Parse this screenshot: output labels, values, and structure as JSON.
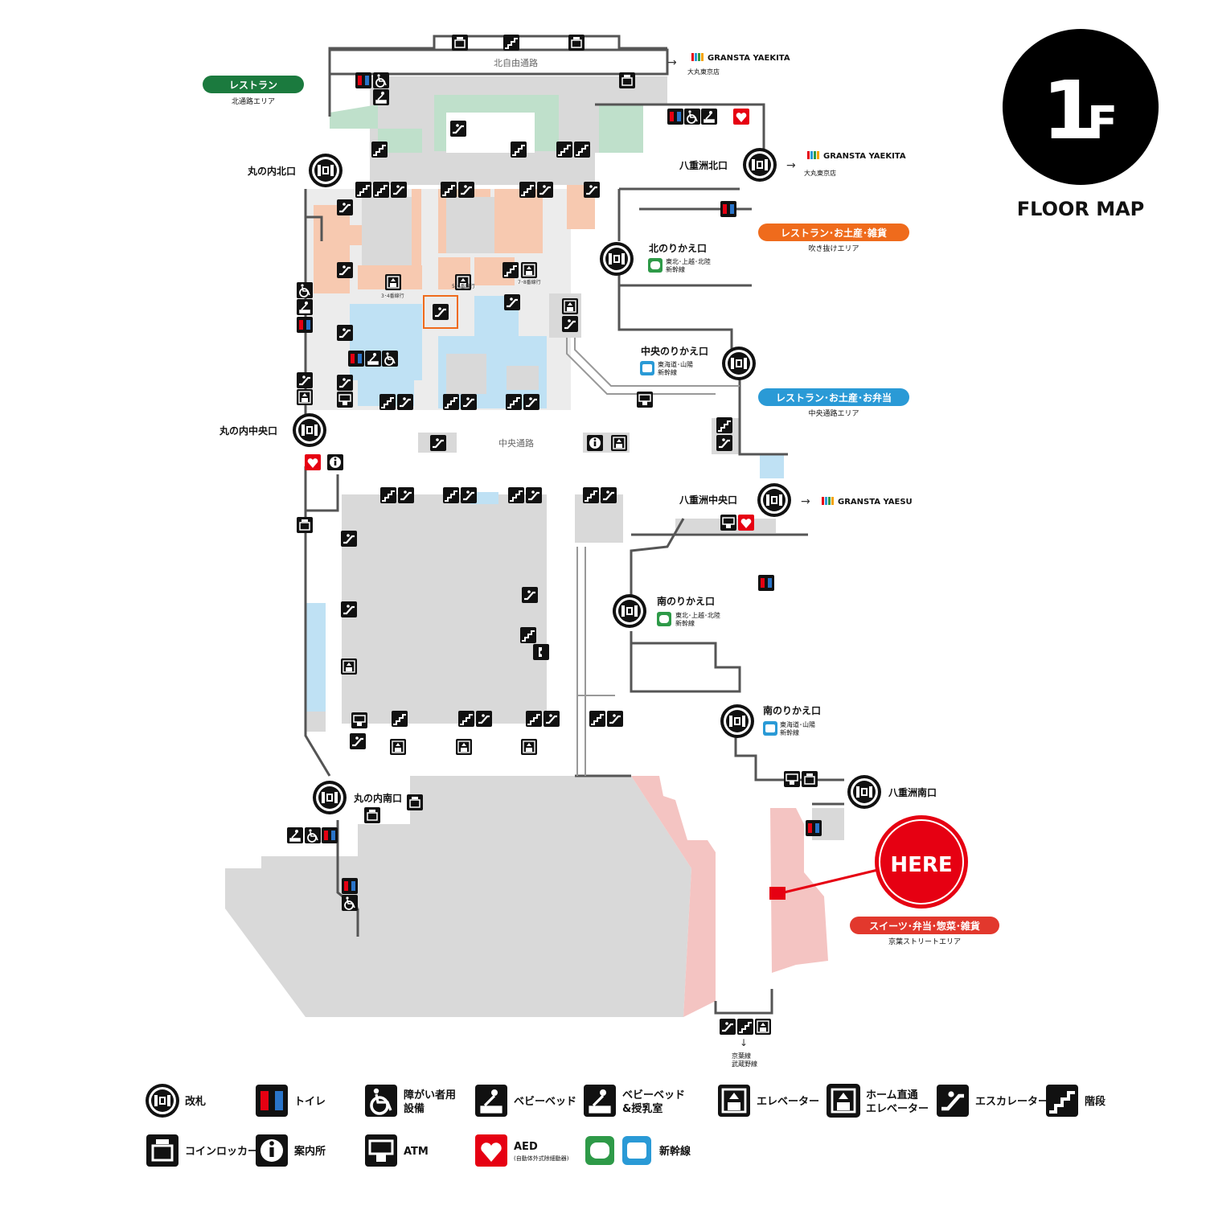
{
  "floor_badge": {
    "number": "1",
    "suffix": "F",
    "caption": "FLOOR MAP"
  },
  "here": {
    "label": "HERE",
    "area_label": "スイーツ･弁当･惣菜･雑貨",
    "area_sub": "京葉ストリートエリア",
    "color": "#e60012"
  },
  "areas": {
    "north": {
      "label": "レストラン",
      "sub": "北通路エリア",
      "color": "#1b7a3e"
    },
    "fukinuke": {
      "label": "レストラン･お土産･雑貨",
      "sub": "吹き抜けエリア",
      "color": "#ef6b1c"
    },
    "central": {
      "label": "レストラン･お土産･お弁当",
      "sub": "中央通路エリア",
      "color": "#2a9ad6"
    }
  },
  "passages": {
    "north": "北自由通路",
    "central": "中央通路"
  },
  "gates": {
    "marunouchi_north": "丸の内北口",
    "yaesu_north": "八重洲北口",
    "kita_norikae": "北のりかえ口",
    "chuo_norikae": "中央のりかえ口",
    "marunouchi_central": "丸の内中央口",
    "yaesu_central": "八重洲中央口",
    "minami_norikae_1": "南のりかえ口",
    "minami_norikae_2": "南のりかえ口",
    "yaesu_south": "八重洲南口",
    "marunouchi_south": "丸の内南口"
  },
  "shinkansen": {
    "tohoku": "東北･上越･北陸",
    "tohoku_2": "新幹線",
    "tokaido": "東海道･山陽",
    "tokaido_2": "新幹線"
  },
  "destinations": {
    "gransta_yaekita": "GRANSTA YAEKITA",
    "daimaru": "大丸東京店",
    "gransta_yaesu": "GRANSTA YAESU",
    "keiyo_line": "京葉線",
    "musashino_line": "武蔵野線"
  },
  "platform_elevators": {
    "a": "3･4番線行",
    "b": "5･6番線行",
    "c": "7･8番線行"
  },
  "legend": {
    "gate": "改札",
    "toilet": "トイレ",
    "accessible_1": "障がい者用",
    "accessible_2": "設備",
    "babybed": "ベビーベッド",
    "nursing_1": "ベビーベッド",
    "nursing_2": "&授乳室",
    "elevator": "エレベーター",
    "platform_elevator_1": "ホーム直通",
    "platform_elevator_2": "エレベーター",
    "escalator": "エスカレーター",
    "stairs": "階段",
    "locker": "コインロッカー",
    "info": "案内所",
    "atm": "ATM",
    "aed": "AED",
    "aed_sub": "(自動体外式除細動器)",
    "shinkansen": "新幹線"
  },
  "colors": {
    "green_area": "#bfe0cb",
    "orange_area": "#f7c9b0",
    "blue_area": "#bfe1f4",
    "red_area": "#f4c4c2",
    "gray_area": "#d9d9d9",
    "shinkansen_green": "#2e9a48",
    "shinkansen_blue": "#2a9ad6"
  }
}
